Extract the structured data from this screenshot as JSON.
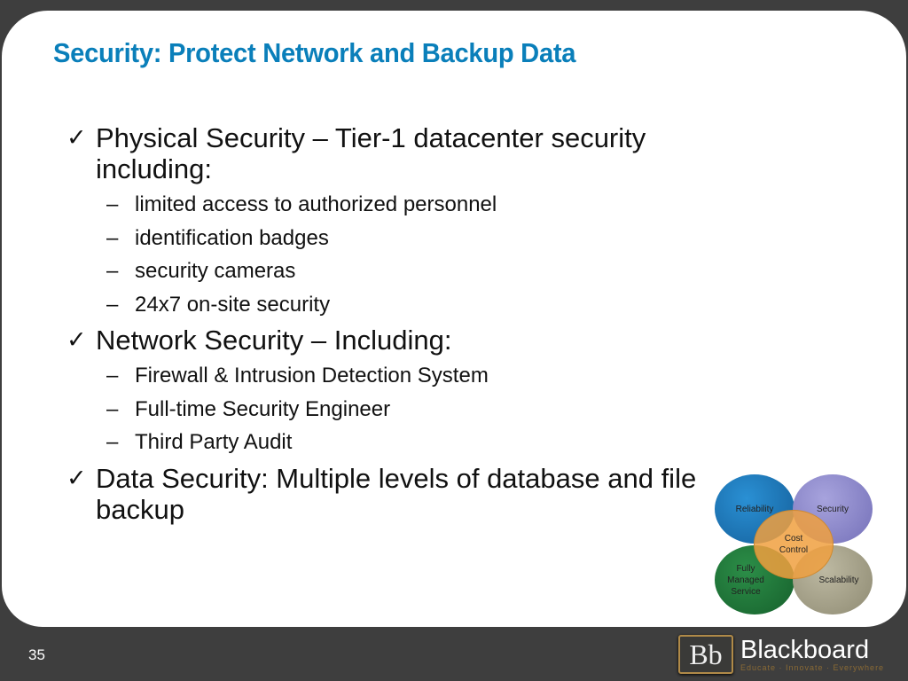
{
  "slide": {
    "title": "Security: Protect Network and Backup Data",
    "page_number": "35",
    "check_icon": "✓",
    "dash": "–",
    "bullets": [
      {
        "text": "Physical Security – Tier-1 datacenter security including:",
        "subs": [
          "limited access to authorized personnel",
          "identification badges",
          "security cameras",
          "24x7 on-site security"
        ]
      },
      {
        "text": "Network Security – Including:",
        "subs": [
          "Firewall & Intrusion Detection System",
          "Full-time Security Engineer",
          "Third Party Audit"
        ]
      },
      {
        "text": "Data Security: Multiple levels of database and file backup",
        "subs": []
      }
    ]
  },
  "diagram": {
    "reliability": "Reliability",
    "security": "Security",
    "managed": "Fully Managed Service",
    "scalability": "Scalability",
    "cost": "Cost Control",
    "colors": {
      "reliability": "#1a7bc0",
      "security": "#8f8bcf",
      "managed": "#1f7a3a",
      "scalability": "#a8a48c",
      "cost": "#f0a040"
    }
  },
  "logo": {
    "mark": "Bb",
    "name": "Blackboard",
    "tagline": "Educate · Innovate · Everywhere"
  }
}
